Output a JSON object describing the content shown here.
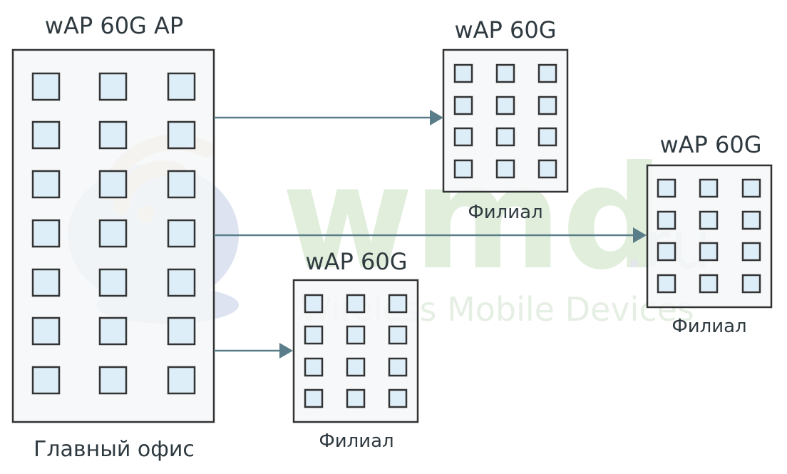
{
  "watermark": {
    "brand": "wmd",
    "tld": ".ru",
    "tagline": "Wireless Mobile Devices",
    "colors": {
      "green": "#cfe8c8",
      "blue": "#c8d5ea",
      "orange": "#f7d9b8",
      "gray": "#d9dde3"
    }
  },
  "main_building": {
    "title": "wAP 60G AP",
    "caption": "Главный офис"
  },
  "branches": [
    {
      "id": "top",
      "title": "wAP 60G",
      "caption": "Филиал"
    },
    {
      "id": "right",
      "title": "wAP 60G",
      "caption": "Филиал"
    },
    {
      "id": "bottom",
      "title": "wAP 60G",
      "caption": "Филиал"
    }
  ],
  "colors": {
    "building_fill": "#f5f7f8",
    "building_stroke": "#333333",
    "window_fill": "#d9ecf9",
    "window_stroke": "#333333",
    "arrow": "#5a7d8a",
    "text": "#2f3a40"
  }
}
